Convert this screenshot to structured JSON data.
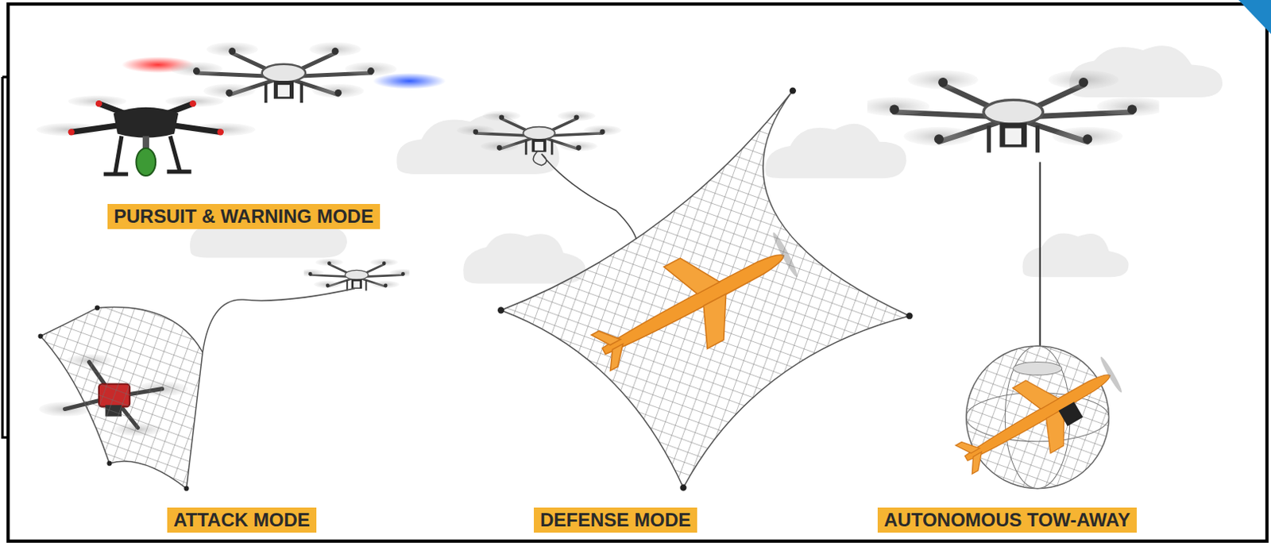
{
  "diagram": {
    "nodes": [
      {
        "text": [
          "PURSUIT & WARNING MODE"
        ]
      },
      {
        "text": [
          "ATTACK MODE"
        ]
      },
      {
        "text": [
          "DEFENSE MODE"
        ]
      },
      {
        "text": [
          "AUTONOMOUS TOW-AWAY"
        ]
      }
    ]
  }
}
